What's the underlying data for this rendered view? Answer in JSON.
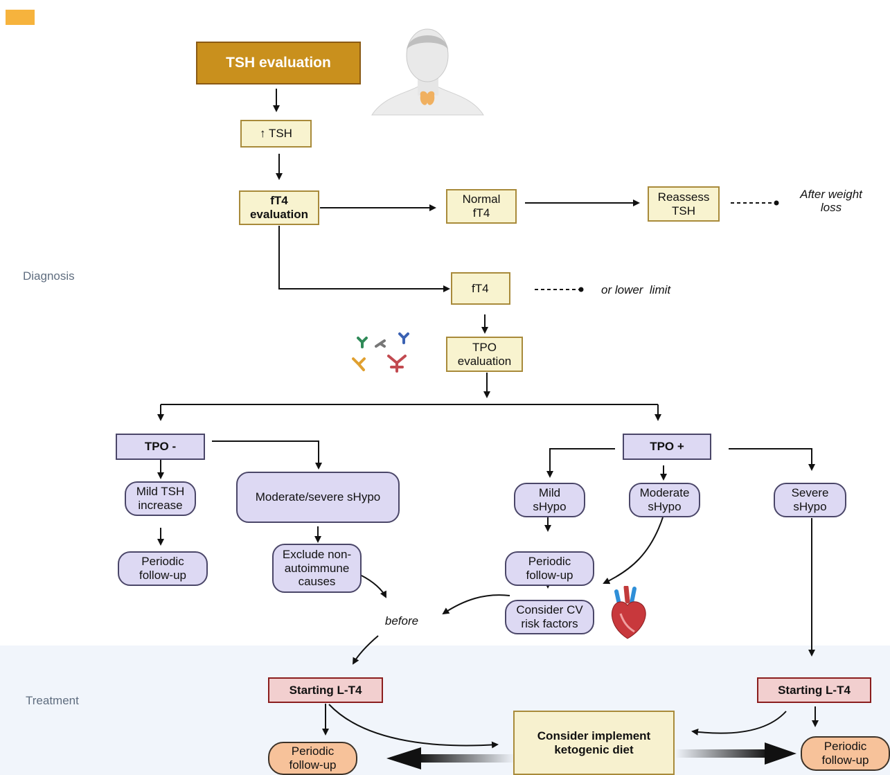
{
  "sections": {
    "diagnosis": "Diagnosis",
    "treatment": "Treatment"
  },
  "nodes": {
    "tsh_evaluation": "TSH evaluation",
    "high_tsh": "↑ TSH",
    "ft4_evaluation": [
      "fT4",
      "evaluation"
    ],
    "normal_ft4": [
      "Normal",
      "fT4"
    ],
    "reassess_tsh": [
      "Reassess",
      "TSH"
    ],
    "ft4_low": "fT4",
    "tpo_evaluation": [
      "TPO",
      "evaluation"
    ],
    "tpo_negative": "TPO -",
    "tpo_positive": "TPO +",
    "mild_tsh_increase": [
      "Mild TSH",
      "increase"
    ],
    "moderate_severe_shypo": "Moderate/severe sHypo",
    "mild_shypo": [
      "Mild",
      "sHypo"
    ],
    "moderate_shypo": [
      "Moderate",
      "sHypo"
    ],
    "severe_shypo": [
      "Severe",
      "sHypo"
    ],
    "periodic_followup_left": [
      "Periodic",
      "follow-up"
    ],
    "exclude_causes": [
      "Exclude non-",
      "autoimmune",
      "causes"
    ],
    "periodic_followup_mid": [
      "Periodic",
      "follow-up"
    ],
    "consider_cv": [
      "Consider CV",
      "risk factors"
    ],
    "starting_lt4_left": "Starting L-T4",
    "starting_lt4_right": "Starting L-T4",
    "periodic_followup_bottom_left": [
      "Periodic",
      "follow-up"
    ],
    "periodic_followup_bottom_right": [
      "Periodic",
      "follow-up"
    ],
    "keto_diet": [
      "Consider implement",
      "ketogenic diet"
    ]
  },
  "notes": {
    "after_weight_loss": [
      "After weight",
      "loss"
    ],
    "lower_limit": "or lower  limit",
    "before": "before"
  },
  "colors": {
    "title_fill": "#c9901d",
    "yellow_fill": "#f8f3cf",
    "purple_fill": "#ddd9f3",
    "red_fill": "#f2cfcf",
    "orange_fill": "#f7c29a",
    "treatment_bg": "#f1f5fb"
  },
  "icons": [
    "human-head-thyroid-icon",
    "antibodies-icon",
    "heart-icon"
  ]
}
